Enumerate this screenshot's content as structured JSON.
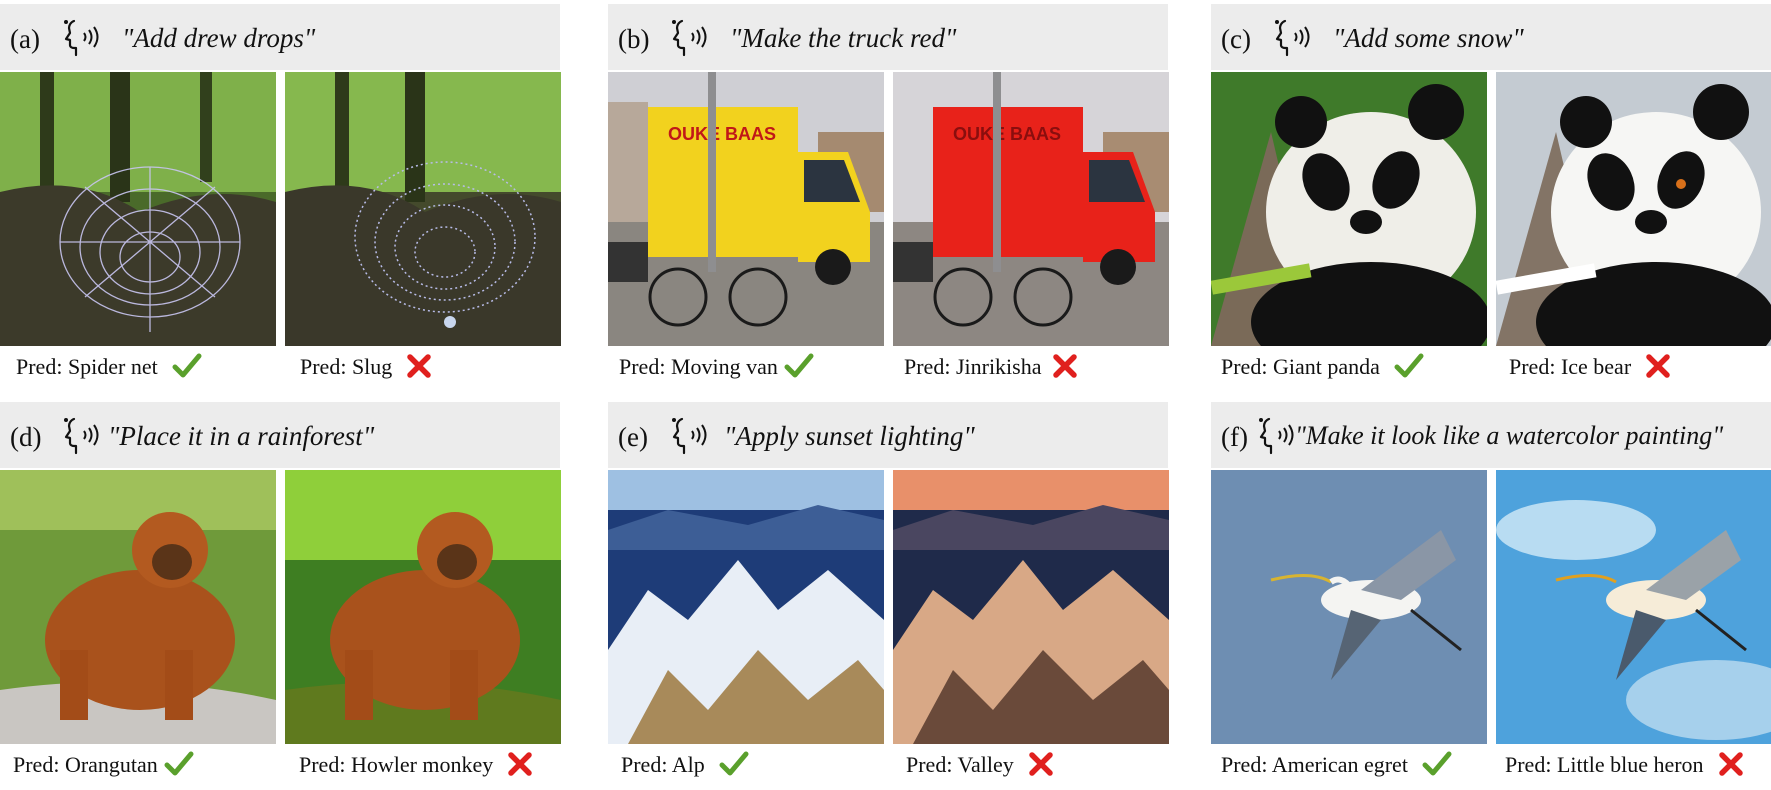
{
  "icons": {
    "voice": "speaking-head-icon",
    "correct": "check-icon",
    "wrong": "cross-icon"
  },
  "colors": {
    "header_bg": "#ececec",
    "check": "#5aa02c",
    "cross": "#e0201e"
  },
  "panels": [
    {
      "tag": "(a)",
      "prompt": "\"Add drew drops\"",
      "orig_pred": "Pred: Spider net",
      "edit_pred": "Pred: Slug"
    },
    {
      "tag": "(b)",
      "prompt": "\"Make the truck red\"",
      "orig_pred": "Pred: Moving van",
      "edit_pred": "Pred: Jinrikisha",
      "truck_text": "OUKE BAAS"
    },
    {
      "tag": "(c)",
      "prompt": "\"Add some snow\"",
      "orig_pred": "Pred: Giant panda",
      "edit_pred": "Pred: Ice bear"
    },
    {
      "tag": "(d)",
      "prompt": "\"Place it in a rainforest\"",
      "orig_pred": "Pred: Orangutan",
      "edit_pred": "Pred: Howler monkey"
    },
    {
      "tag": "(e)",
      "prompt": "\"Apply sunset lighting\"",
      "orig_pred": "Pred: Alp",
      "edit_pred": "Pred: Valley"
    },
    {
      "tag": "(f)",
      "prompt": "\"Make it look like a watercolor painting\"",
      "orig_pred": "Pred: American egret",
      "edit_pred": "Pred: Little blue heron"
    }
  ]
}
